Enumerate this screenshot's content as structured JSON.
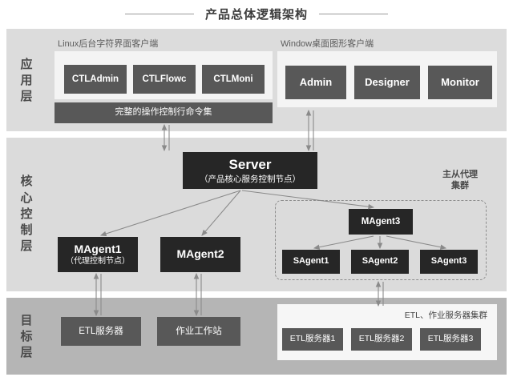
{
  "title": "产品总体逻辑架构",
  "layers": [
    {
      "id": "app",
      "label_chars": [
        "应",
        "用",
        "层"
      ],
      "label": "应用层"
    },
    {
      "id": "core",
      "label_chars": [
        "核",
        "心",
        "控",
        "制",
        "层"
      ],
      "label": "核心控制层"
    },
    {
      "id": "target",
      "label_chars": [
        "目",
        "标",
        "层"
      ],
      "label": "目标层"
    }
  ],
  "app_layer": {
    "linux_group": {
      "heading": "Linux后台字符界面客户端",
      "nodes": [
        {
          "title": "CTLAdmin"
        },
        {
          "title": "CTLFlowc"
        },
        {
          "title": "CTLMoni"
        }
      ],
      "command_bar": "完整的操作控制行命令集"
    },
    "windows_group": {
      "heading": "Window桌面图形客户端",
      "nodes": [
        {
          "title": "Admin"
        },
        {
          "title": "Designer"
        },
        {
          "title": "Monitor"
        }
      ]
    }
  },
  "core_layer": {
    "server": {
      "title": "Server",
      "subtitle": "（产品核心服务控制节点）"
    },
    "magent1": {
      "title": "MAgent1",
      "subtitle": "（代理控制节点）"
    },
    "magent2": {
      "title": "MAgent2"
    },
    "cluster_note": "主从代理集群",
    "magent3": {
      "title": "MAgent3"
    },
    "sagents": [
      {
        "title": "SAgent1"
      },
      {
        "title": "SAgent2"
      },
      {
        "title": "SAgent3"
      }
    ]
  },
  "target_layer": {
    "nodes": [
      {
        "title": "ETL服务器"
      },
      {
        "title": "作业工作站"
      }
    ],
    "cluster_label": "ETL、作业服务器集群",
    "cluster_nodes": [
      {
        "title": "ETL服务器1"
      },
      {
        "title": "ETL服务器2"
      },
      {
        "title": "ETL服务器3"
      }
    ]
  },
  "colors": {
    "page_background": "#ffffff",
    "layer_app_bg": "#dcdcdc",
    "layer_core_bg": "#dbdbdb",
    "layer_target_bg": "#b5b5b5",
    "panel_light": "#f4f4f4",
    "node_gray": "#585858",
    "node_dark": "#262626",
    "connector": "#8a8a8a",
    "title_text": "#3b3b3b"
  }
}
